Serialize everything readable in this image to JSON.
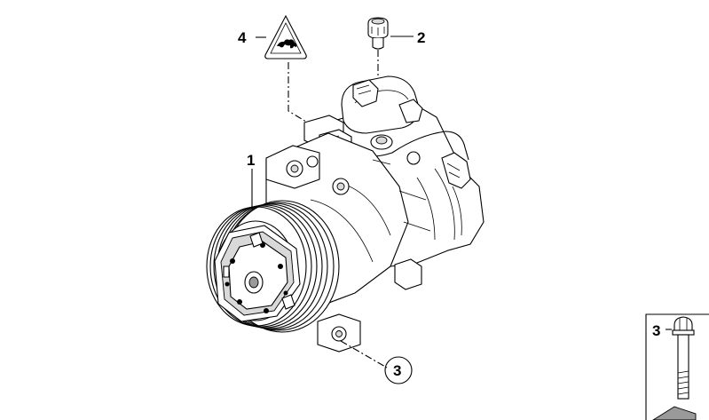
{
  "callouts": [
    {
      "number": "1"
    },
    {
      "number": "2"
    },
    {
      "number": "3"
    },
    {
      "number": "4"
    }
  ],
  "inset": {
    "number": "3"
  }
}
